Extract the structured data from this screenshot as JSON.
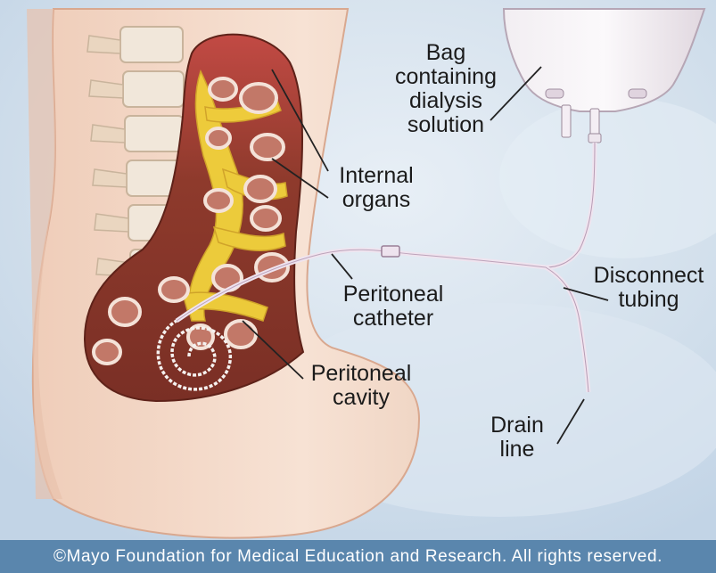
{
  "diagram": {
    "labels": {
      "bag": [
        "Bag",
        "containing",
        "dialysis",
        "solution"
      ],
      "internal_organs": [
        "Internal",
        "organs"
      ],
      "peritoneal_catheter": [
        "Peritoneal",
        "catheter"
      ],
      "peritoneal_cavity": [
        "Peritoneal",
        "cavity"
      ],
      "disconnect_tubing": [
        "Disconnect",
        "tubing"
      ],
      "drain_line": [
        "Drain",
        "line"
      ]
    },
    "footer": "©Mayo Foundation for Medical Education and Research. All rights reserved."
  },
  "colors": {
    "sky": "#cbdbea",
    "skin": "#f4dccd",
    "spine": "#f0e6d8",
    "cavity": "#8e3a2c",
    "fat": "#f2d33c",
    "organ": "#c27868",
    "tubing": "#d9c7d6",
    "footer": "#5a86ad"
  }
}
